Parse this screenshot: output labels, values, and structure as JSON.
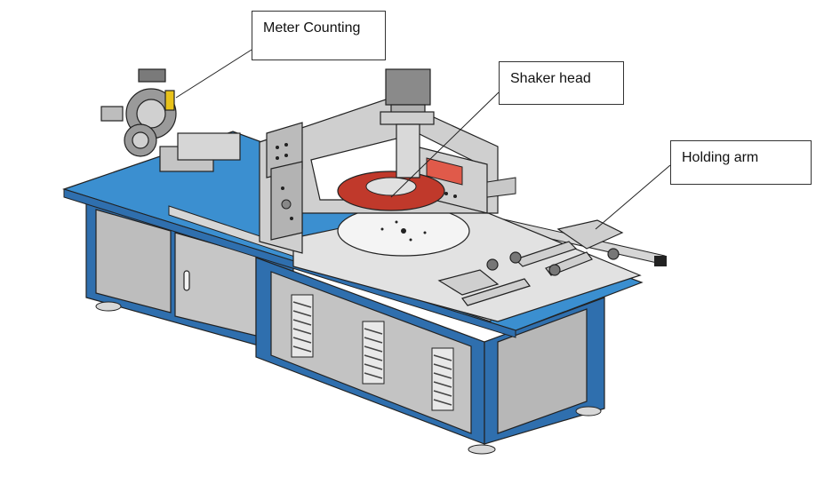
{
  "callouts": {
    "meter_counting": "Meter Counting",
    "shaker_head": "Shaker head",
    "holding_arm": "Holding arm"
  },
  "colors": {
    "table_top": "#3b8fd0",
    "cabinet_frame": "#2f6fae",
    "cabinet_panel": "#c8c8c8",
    "turntable_plate": "#dcdcdc",
    "shaker_disc": "#c0392b",
    "outline": "#222222"
  }
}
